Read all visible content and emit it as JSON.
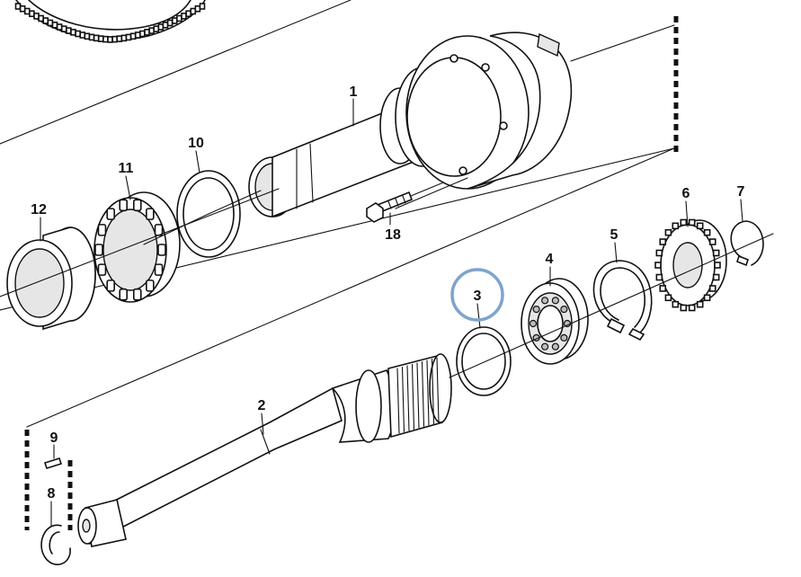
{
  "labels": {
    "part_1": "1",
    "part_2": "2",
    "part_3": "3",
    "part_4": "4",
    "part_5": "5",
    "part_6": "6",
    "part_7": "7",
    "part_8": "8",
    "part_9": "9",
    "part_10": "10",
    "part_11": "11",
    "part_12": "12",
    "part_18": "18"
  },
  "highlighted_part": "3",
  "colors": {
    "line": "#111111",
    "highlight_ring": "#7ea4cc",
    "background": "#ffffff"
  }
}
